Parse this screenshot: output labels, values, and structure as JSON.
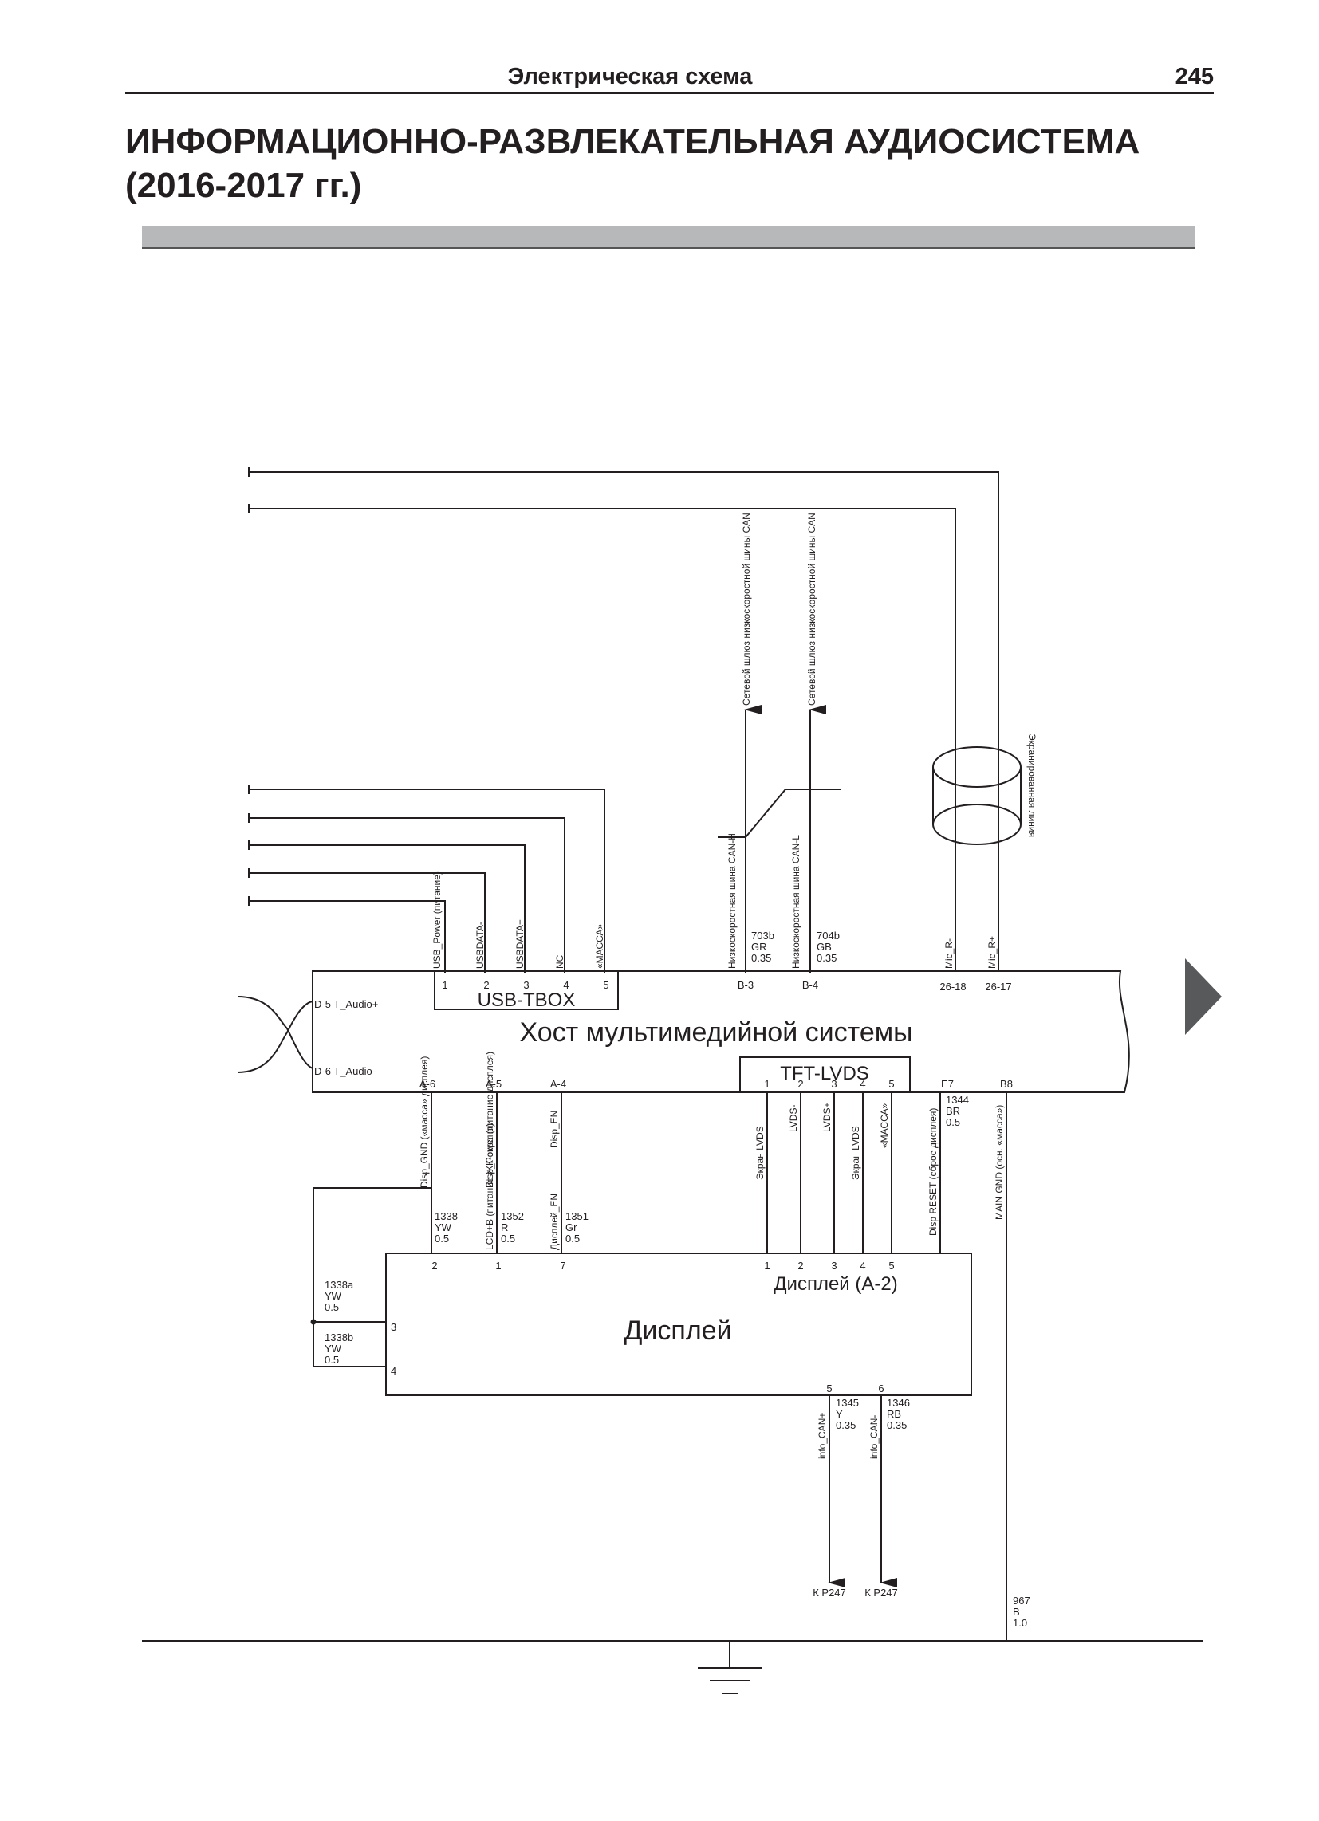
{
  "header": {
    "title": "Электрическая схема",
    "page": "245"
  },
  "title": {
    "line1": "ИНФОРМАЦИОННО-РАЗВЛЕКАТЕЛЬНАЯ АУДИОСИСТЕМА",
    "line2": "(2016-2017 гг.)"
  },
  "host": {
    "name": "Хост мультимедийной системы",
    "usb_block": "USB-TBOX",
    "tft_block": "TFT-LVDS",
    "pin_d5": "D-5 T_Audio+",
    "pin_d6": "D-6 T_Audio-",
    "usb_pins": [
      "1",
      "2",
      "3",
      "4",
      "5"
    ],
    "usb_signals": [
      "USB_Power (питание)",
      "USBDATA-",
      "USBDATA+",
      "NC",
      "«МАССА»"
    ],
    "pin_b3": "B-3",
    "pin_b4": "B-4",
    "pin_26_18": "26-18",
    "pin_26_17": "26-17",
    "pin_a6": "A-6",
    "pin_a5": "A-5",
    "pin_a4": "A-4",
    "tft_pins": [
      "1",
      "2",
      "3",
      "4",
      "5"
    ],
    "pin_e7": "E7",
    "pin_b8": "B8"
  },
  "can": {
    "gateway_label": "Сетевой шлюз низкоскоростной шины CAN",
    "can_h_label": "Низкоскоростная шина CAN-H",
    "can_l_label": "Низкоскоростная шина CAN-L",
    "wire_703b": [
      "703b",
      "GR",
      "0.35"
    ],
    "wire_704b": [
      "704b",
      "GB",
      "0.35"
    ]
  },
  "mic": {
    "shield_label": "Экранированная линия",
    "mic_minus": "Mic_R-",
    "mic_plus": "Mic_R+"
  },
  "lower_signals": {
    "disp_gnd": "Disp_GND («масса» дисплея)",
    "disp_power": "Disp_Power (питание дисплея)",
    "disp_en": "Disp_EN",
    "lvds": [
      "Экран LVDS",
      "LVDS-",
      "LVDS+",
      "Экран LVDS",
      "«МАССА»"
    ],
    "disp_reset": "Disp RESET (сброс дисплея)",
    "main_gnd": "MAIN GND (осн. «масса»)",
    "lcd_b": "LCD+B (питание ЖК-экрана)",
    "display_en": "Дисплей_EN",
    "wire_1338": [
      "1338",
      "YW",
      "0.5"
    ],
    "wire_1352": [
      "1352",
      "R",
      "0.5"
    ],
    "wire_1351": [
      "1351",
      "Gr",
      "0.5"
    ],
    "wire_1344": [
      "1344",
      "BR",
      "0.5"
    ]
  },
  "display": {
    "name": "Дисплей",
    "subtitle": "Дисплей (A-2)",
    "top_pins": [
      "2",
      "1",
      "7",
      "1",
      "2",
      "3",
      "4",
      "5"
    ],
    "pin_3": "3",
    "pin_4": "4",
    "pin_5": "5",
    "pin_6": "6",
    "wire_1338a": [
      "1338a",
      "YW",
      "0.5"
    ],
    "wire_1338b": [
      "1338b",
      "YW",
      "0.5"
    ],
    "info_can_plus": "info_CAN+",
    "info_can_minus": "info_CAN-",
    "wire_1345": [
      "1345",
      "Y",
      "0.35"
    ],
    "wire_1346": [
      "1346",
      "RB",
      "0.35"
    ],
    "to_p247_a": "К P247",
    "to_p247_b": "К P247"
  },
  "ground_wire": [
    "967",
    "B",
    "1.0"
  ]
}
